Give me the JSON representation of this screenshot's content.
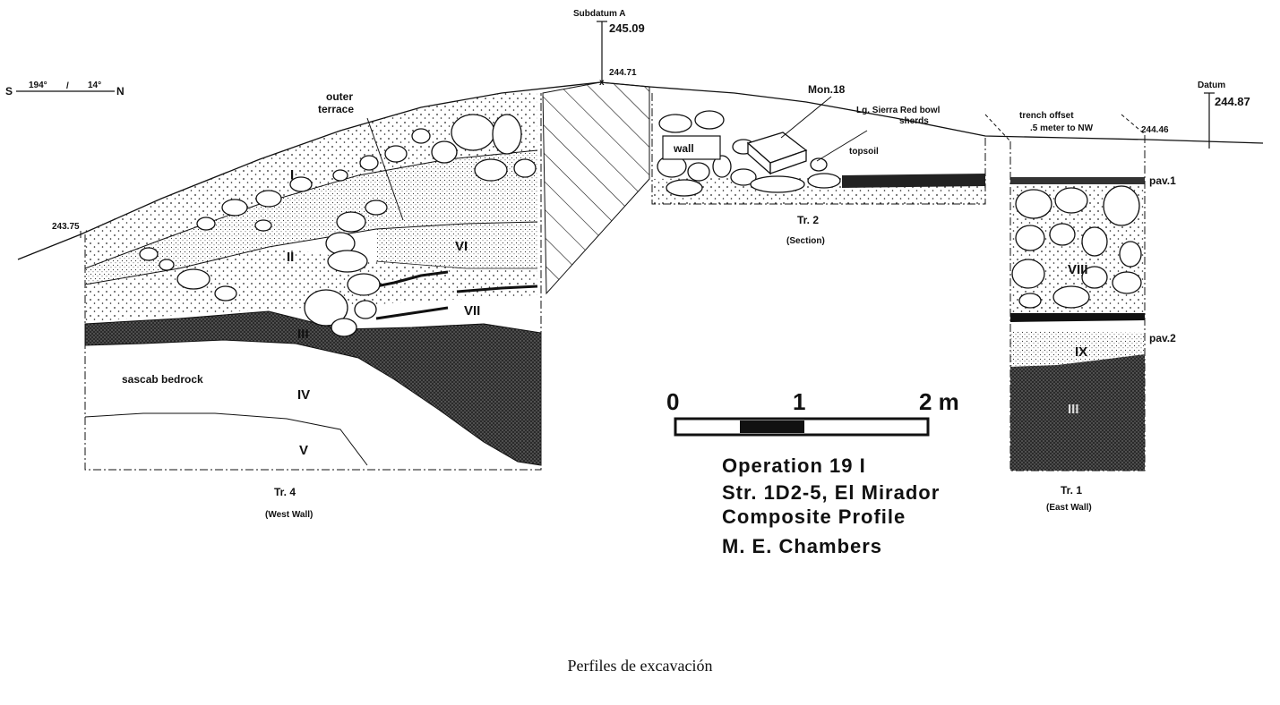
{
  "orientation": {
    "left": "S",
    "bearing_left": "194°",
    "sep": "/",
    "bearing_right": "14°",
    "right": "N"
  },
  "subdatum": {
    "label": "Subdatum A",
    "value": "245.09",
    "point": "244.71"
  },
  "datum": {
    "label": "Datum",
    "value": "244.87"
  },
  "elevations": {
    "tr4": "243.75",
    "tr1": "244.46"
  },
  "labels": {
    "outer_terrace": [
      "outer",
      "terrace"
    ],
    "mon": "Mon.18",
    "sherds": [
      "Lg. Sierra Red bowl",
      "sherds"
    ],
    "wall": "wall",
    "topsoil": "topsoil",
    "trench_offset": [
      "trench   offset",
      ".5 meter to NW"
    ],
    "pav1": "pav.1",
    "pav2": "pav.2",
    "bedrock": "sascab bedrock"
  },
  "layers": {
    "I": "I",
    "II": "II",
    "III": "III",
    "IV": "IV",
    "V": "V",
    "VI": "VI",
    "VII": "VII",
    "VIII": "VIII",
    "IX": "IX",
    "III_tr1": "III"
  },
  "trenches": {
    "tr4": {
      "name": "Tr. 4",
      "sub": "(West Wall)"
    },
    "tr2": {
      "name": "Tr. 2",
      "sub": "(Section)"
    },
    "tr1": {
      "name": "Tr. 1",
      "sub": "(East Wall)"
    }
  },
  "scale": {
    "zero": "0",
    "one": "1",
    "two": "2 m"
  },
  "title": {
    "line1": "Operation 19 I",
    "line2": "Str. 1D2-5, El Mirador",
    "line3": "Composite Profile",
    "line4": "M. E. Chambers"
  },
  "caption": "Perfiles de excavación"
}
